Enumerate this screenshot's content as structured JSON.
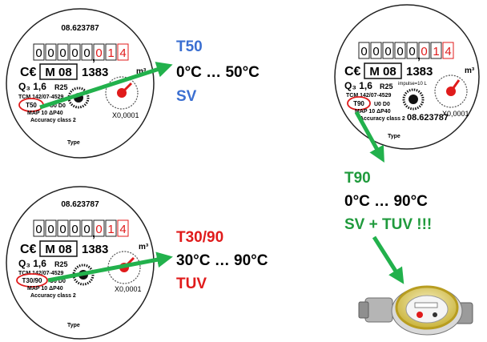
{
  "meters": {
    "m1": {
      "serial": "08.623787",
      "digits": [
        "0",
        "0",
        "0",
        "0",
        "0",
        "0",
        "1",
        "4"
      ],
      "comma": ",",
      "ce": "C€",
      "model": "M 08",
      "number": "1383",
      "q3": "Q₃ 1,6",
      "r": "R25",
      "approval": "TCM 142/07-4529",
      "type_code": "T50",
      "u0": "U0 D0",
      "map": "MAP 10  ΔP40",
      "accuracy": "Accuracy class 2",
      "type_label": "Type",
      "m3": "m³",
      "dial_label": "X0,0001"
    },
    "m2": {
      "serial": "08.623787",
      "digits": [
        "0",
        "0",
        "0",
        "0",
        "0",
        "0",
        "1",
        "4"
      ],
      "comma": ",",
      "ce": "C€",
      "model": "M 08",
      "number": "1383",
      "q3": "Q₃ 1,6",
      "r": "R25",
      "approval": "TCM 142/07-4529",
      "type_code": "T30/90",
      "u0": "U0 D0",
      "map": "MAP 10  ΔP40",
      "accuracy": "Accuracy class 2",
      "type_label": "Type",
      "m3": "m³",
      "dial_label": "X0,0001"
    },
    "m3": {
      "serial": "08.623787",
      "digits": [
        "0",
        "0",
        "0",
        "0",
        "0",
        "0",
        "1",
        "4"
      ],
      "comma": ",",
      "ce": "C€",
      "model": "M 08",
      "number": "1383",
      "q3": "Q₃ 1,6",
      "r": "R25",
      "impulse": "impulse=10 L",
      "approval": "TCM 142/07-4529",
      "type_code": "T90",
      "u0": "U0 D0",
      "map": "MAP 10  ΔP40",
      "accuracy": "Accuracy class 2",
      "type_label": "Type",
      "m3": "m³",
      "dial_label": "X0,0001"
    }
  },
  "labels": {
    "t50": {
      "title": "T50",
      "range": "0°C … 50°C",
      "use": "SV"
    },
    "t30": {
      "title": "T30/90",
      "range": "30°C … 90°C",
      "use": "TUV"
    },
    "t90": {
      "title": "T90",
      "range": "0°C … 90°C",
      "use": "SV + TUV !!!"
    }
  },
  "colors": {
    "blue": "#3b6fd1",
    "red": "#e01b1b",
    "green": "#1f9a3c",
    "arrow": "#22b14c"
  }
}
